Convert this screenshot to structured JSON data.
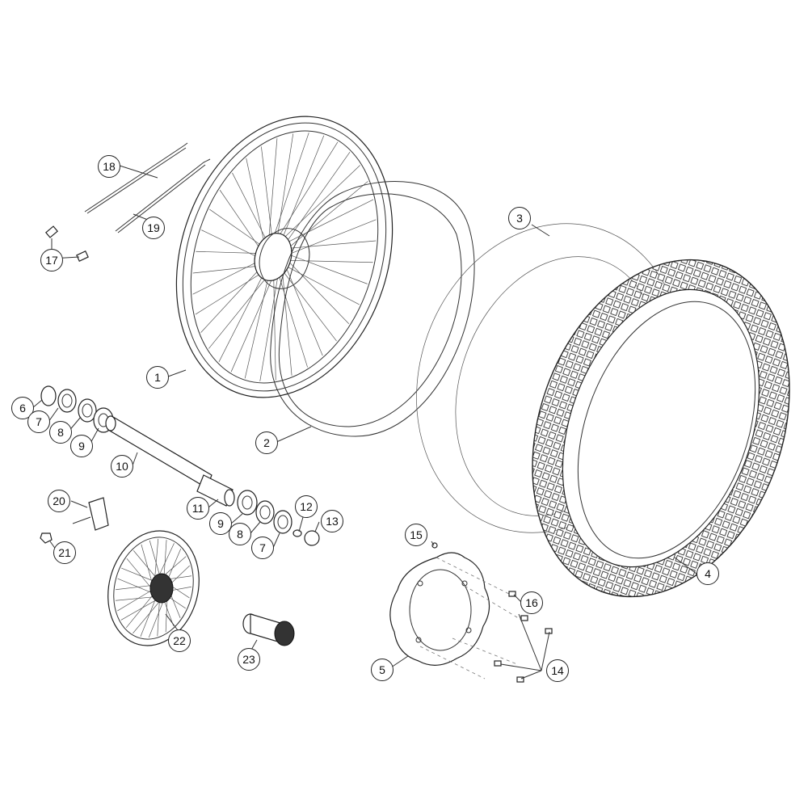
{
  "callouts": [
    {
      "id": "c1",
      "label": "1"
    },
    {
      "id": "c2",
      "label": "2"
    },
    {
      "id": "c3",
      "label": "3"
    },
    {
      "id": "c4",
      "label": "4"
    },
    {
      "id": "c5",
      "label": "5"
    },
    {
      "id": "c6",
      "label": "6"
    },
    {
      "id": "c7a",
      "label": "7"
    },
    {
      "id": "c7b",
      "label": "7"
    },
    {
      "id": "c8a",
      "label": "8"
    },
    {
      "id": "c8b",
      "label": "8"
    },
    {
      "id": "c9a",
      "label": "9"
    },
    {
      "id": "c9b",
      "label": "9"
    },
    {
      "id": "c10",
      "label": "10"
    },
    {
      "id": "c11",
      "label": "11"
    },
    {
      "id": "c12",
      "label": "12"
    },
    {
      "id": "c13",
      "label": "13"
    },
    {
      "id": "c14",
      "label": "14"
    },
    {
      "id": "c15",
      "label": "15"
    },
    {
      "id": "c16",
      "label": "16"
    },
    {
      "id": "c17",
      "label": "17"
    },
    {
      "id": "c18",
      "label": "18"
    },
    {
      "id": "c19",
      "label": "19"
    },
    {
      "id": "c20",
      "label": "20"
    },
    {
      "id": "c21",
      "label": "21"
    },
    {
      "id": "c22",
      "label": "22"
    },
    {
      "id": "c23",
      "label": "23"
    }
  ]
}
